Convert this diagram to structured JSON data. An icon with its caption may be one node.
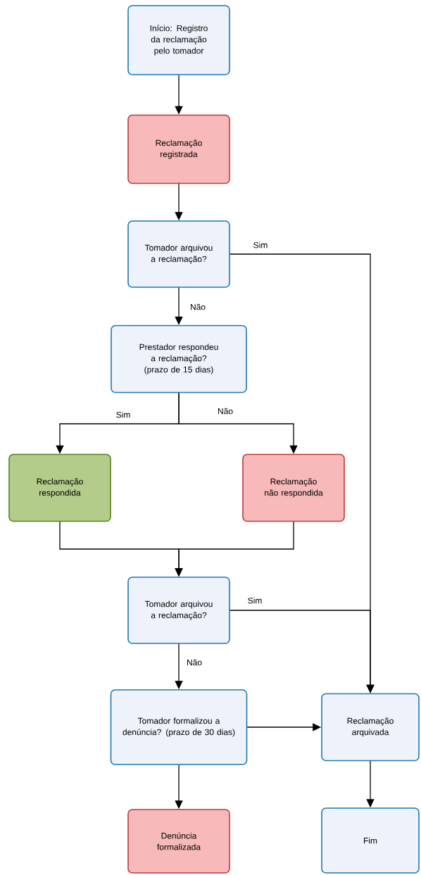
{
  "diagram": {
    "nodes": [
      {
        "text": [
          "Início: Registro da reclamação pelo tomador"
        ]
      },
      {
        "text": [
          "Reclamação registrada"
        ]
      },
      {
        "text": [
          "Tomador arquivou a reclamação?"
        ]
      },
      {
        "text": [
          "Prestador respondeu a reclamação? (prazo de 15 dias)"
        ]
      },
      {
        "text": [
          "Reclamação respondida"
        ]
      },
      {
        "text": [
          "Reclamação não respondida"
        ]
      },
      {
        "text": [
          "Tomador arquivou a reclamação?"
        ]
      },
      {
        "text": [
          "Tomador formalizou a denúncia? (prazo de 30 dias)"
        ]
      },
      {
        "text": [
          "Reclamação arquivada"
        ]
      },
      {
        "text": [
          "Denúncia formalizada"
        ]
      },
      {
        "text": [
          "Fim"
        ]
      }
    ],
    "edges": [
      {
        "from": 0,
        "to": 1,
        "arrow": "to"
      },
      {
        "from": 1,
        "to": 2,
        "arrow": "to"
      },
      {
        "from": 2,
        "to": 8,
        "label": "Sim",
        "arrow": "to"
      },
      {
        "from": 2,
        "to": 3,
        "label": "Não",
        "arrow": "to"
      },
      {
        "from": 3,
        "to": 4,
        "label": "Sim",
        "arrow": "to"
      },
      {
        "from": 3,
        "to": 5,
        "label": "Não",
        "arrow": "to"
      },
      {
        "from": 4,
        "to": 6,
        "arrow": "to"
      },
      {
        "from": 5,
        "to": 6,
        "arrow": "to"
      },
      {
        "from": 6,
        "to": 8,
        "label": "Sim",
        "arrow": "to"
      },
      {
        "from": 6,
        "to": 7,
        "label": "Não",
        "arrow": "to"
      },
      {
        "from": 7,
        "to": 8,
        "arrow": "to"
      },
      {
        "from": 7,
        "to": 9,
        "arrow": "to"
      },
      {
        "from": 8,
        "to": 10,
        "arrow": "to"
      }
    ]
  }
}
